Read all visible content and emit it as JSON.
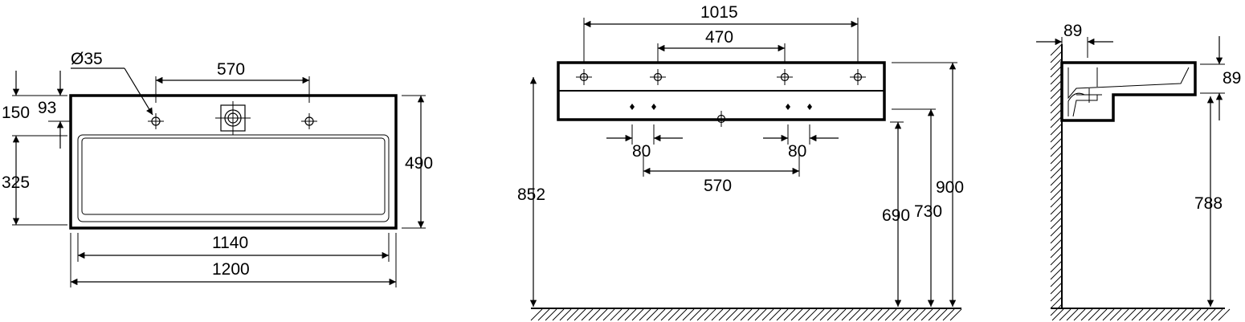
{
  "colors": {
    "line": "#000000",
    "background": "#ffffff"
  },
  "plan_view": {
    "hole_diameter": "Ø35",
    "tap_hole_spacing": "570",
    "total_depth": "490",
    "hole_offset_back": "93",
    "deck_depth": "150",
    "bowl_depth": "325",
    "bowl_width": "1140",
    "total_width": "1200"
  },
  "front_view": {
    "fixing_spacing_outer": "1015",
    "fixing_spacing_inner": "470",
    "bracket_hole_spacing_left": "80",
    "bracket_hole_spacing_right": "80",
    "bracket_spacing": "570",
    "top_height": "852",
    "rim_height": "900",
    "height_730": "730",
    "height_690": "690"
  },
  "side_view": {
    "depth_from_wall": "89",
    "rim_thickness": "89",
    "underside_height": "788"
  }
}
